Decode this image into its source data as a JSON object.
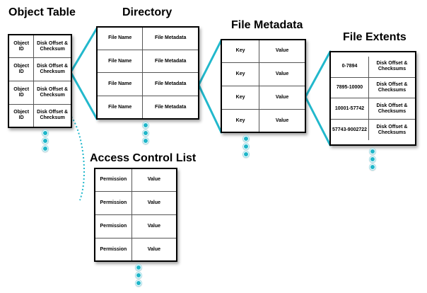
{
  "object_table": {
    "title": "Object Table",
    "rows": [
      {
        "key": "Object ID",
        "value": "Disk Offset & Checksum"
      },
      {
        "key": "Object ID",
        "value": "Disk Offset & Checksum"
      },
      {
        "key": "Object ID",
        "value": "Disk Offset & Checksum"
      },
      {
        "key": "Object ID",
        "value": "Disk Offset & Checksum"
      }
    ]
  },
  "directory": {
    "title": "Directory",
    "rows": [
      {
        "key": "File Name",
        "value": "File Metadata"
      },
      {
        "key": "File Name",
        "value": "File Metadata"
      },
      {
        "key": "File Name",
        "value": "File Metadata"
      },
      {
        "key": "File Name",
        "value": "File Metadata"
      }
    ]
  },
  "file_metadata": {
    "title": "File Metadata",
    "rows": [
      {
        "key": "Key",
        "value": "Value"
      },
      {
        "key": "Key",
        "value": "Value"
      },
      {
        "key": "Key",
        "value": "Value"
      },
      {
        "key": "Key",
        "value": "Value"
      }
    ]
  },
  "file_extents": {
    "title": "File Extents",
    "rows": [
      {
        "key": "0-7894",
        "value": "Disk Offset & Checksums"
      },
      {
        "key": "7895-10000",
        "value": "Disk Offset & Checksums"
      },
      {
        "key": "10001-57742",
        "value": "Disk Offset & Checksums"
      },
      {
        "key": "57743-9002722",
        "value": "Disk Offset & Checksums"
      }
    ]
  },
  "access_control_list": {
    "title": "Access Control List",
    "rows": [
      {
        "key": "Permission",
        "value": "Value"
      },
      {
        "key": "Permission",
        "value": "Value"
      },
      {
        "key": "Permission",
        "value": "Value"
      },
      {
        "key": "Permission",
        "value": "Value"
      }
    ]
  },
  "colors": {
    "connector": "#22b8cc",
    "ellipsis_dot": "#1fb6c9"
  },
  "icons": {
    "continuation": "vertical-ellipsis-dots"
  }
}
